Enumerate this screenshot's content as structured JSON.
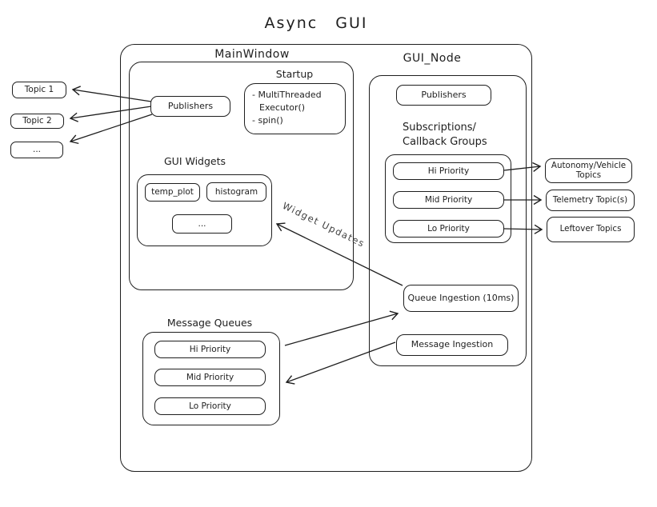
{
  "title": "Async GUI",
  "colors": {
    "stroke": "#1e1e1e",
    "background": "#ffffff"
  },
  "main_window": {
    "label": "MainWindow",
    "publishers_label": "Publishers",
    "startup": {
      "label": "Startup",
      "lines": [
        "- MultiThreaded",
        "Executor()",
        "- spin()"
      ]
    },
    "gui_widgets": {
      "label": "GUI Widgets",
      "items": [
        "temp_plot",
        "histogram",
        "..."
      ]
    }
  },
  "gui_node": {
    "label": "GUI_Node",
    "publishers_label": "Publishers",
    "subscriptions": {
      "label_line1": "Subscriptions/",
      "label_line2": "Callback Groups",
      "items": [
        "Hi Priority",
        "Mid Priority",
        "Lo Priority"
      ]
    },
    "queue_ingestion_label": "Queue Ingestion (10ms)",
    "message_ingestion_label": "Message Ingestion"
  },
  "left_topics": [
    "Topic 1",
    "Topic 2",
    "..."
  ],
  "right_topics": [
    "Autonomy/Vehicle Topics",
    "Telemetry Topic(s)",
    "Leftover Topics"
  ],
  "message_queues": {
    "label": "Message Queues",
    "items": [
      "Hi Priority",
      "Mid Priority",
      "Lo Priority"
    ]
  },
  "annotations": {
    "widget_updates": "Widget Updates"
  }
}
